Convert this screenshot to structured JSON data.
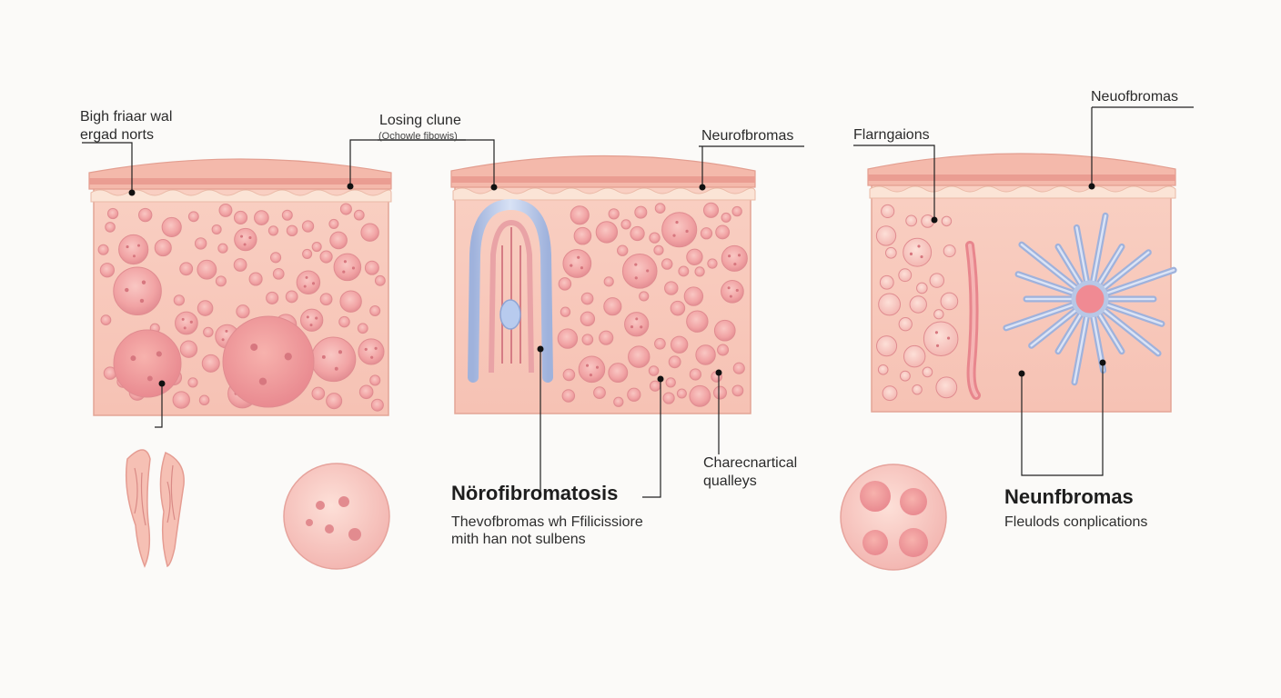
{
  "diagram": {
    "panel1": {
      "label_top_left": [
        "Bigh friaar wal",
        "ergad norts"
      ],
      "label_top_mid": "Losing clune",
      "label_top_mid_sub": "(Ochowle fibowis)"
    },
    "panel2": {
      "label_top_right": "Neurofbromas",
      "side_label": [
        "Charecnartical",
        "qualleys"
      ],
      "title": "Nörofibromatosis",
      "desc": [
        "Thevofbromas wh Ffilicissiore",
        "mith han not sulbens"
      ]
    },
    "panel3": {
      "label_top_left": "Flarngaions",
      "label_top_right": "Neuofbromas",
      "title": "Neunfbromas",
      "desc": "Fleulods conplications"
    }
  },
  "colors": {
    "tissue": "#f7c8bb",
    "tissue_edge": "#e7a89a",
    "cell": "#f2a6a6",
    "cell_core": "#e98f93",
    "nerve": "#b7c7e6",
    "leader": "#222222"
  }
}
